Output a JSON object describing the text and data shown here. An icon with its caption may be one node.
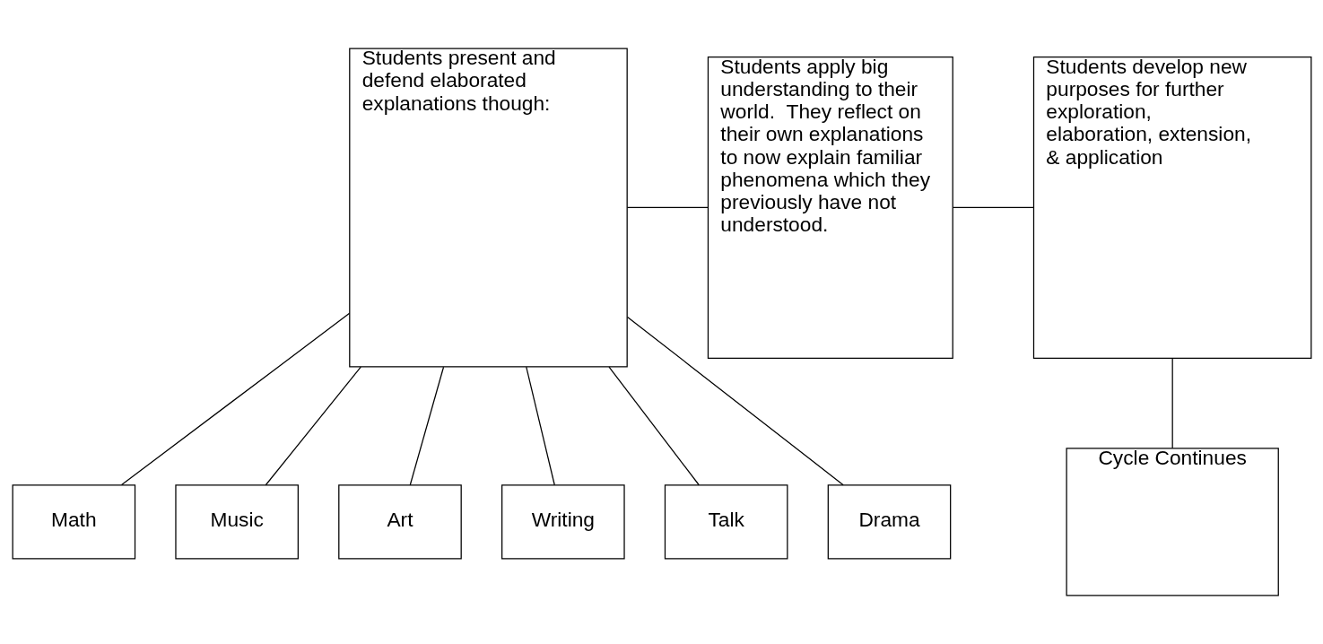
{
  "diagram": {
    "nodes": [
      {
        "text": [
          "Students present and defend elaborated explanations though:"
        ]
      },
      {
        "text": [
          "Students apply big understanding to their world.  They reflect on their own explanations to now explain familiar phenomena which they previously have not understood."
        ]
      },
      {
        "text": [
          "Students develop new purposes for further exploration, elaboration, extension, & application"
        ]
      },
      {
        "text": [
          "Cycle Continues"
        ]
      },
      {
        "text": [
          "Math"
        ]
      },
      {
        "text": [
          "Music"
        ]
      },
      {
        "text": [
          "Art"
        ]
      },
      {
        "text": [
          "Writing"
        ]
      },
      {
        "text": [
          "Talk"
        ]
      },
      {
        "text": [
          "Drama"
        ]
      }
    ],
    "edges": [
      {
        "from": 0,
        "to": 1,
        "arrow": "none"
      },
      {
        "from": 1,
        "to": 2,
        "arrow": "none"
      },
      {
        "from": 2,
        "to": 3,
        "arrow": "none"
      },
      {
        "from": 0,
        "to": 4,
        "arrow": "none"
      },
      {
        "from": 0,
        "to": 5,
        "arrow": "none"
      },
      {
        "from": 0,
        "to": 6,
        "arrow": "none"
      },
      {
        "from": 0,
        "to": 7,
        "arrow": "none"
      },
      {
        "from": 0,
        "to": 8,
        "arrow": "none"
      },
      {
        "from": 0,
        "to": 9,
        "arrow": "none"
      }
    ]
  }
}
